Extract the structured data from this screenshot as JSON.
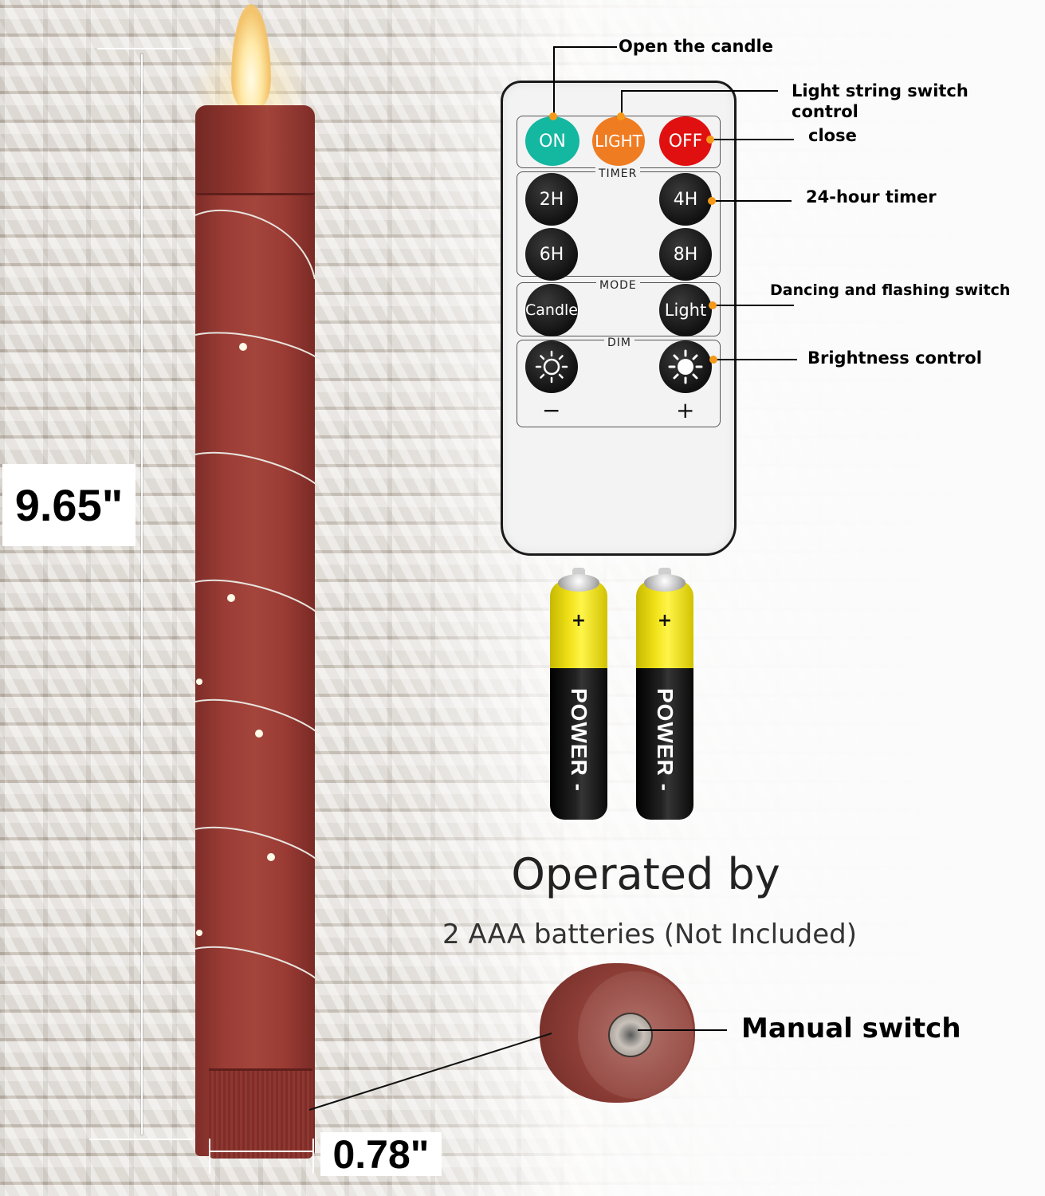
{
  "dimensions": {
    "height_label": "9.65\"",
    "width_label": "0.78\""
  },
  "remote": {
    "power_buttons": [
      {
        "label": "ON",
        "color": "#14b7a0"
      },
      {
        "label": "LIGHT",
        "color": "#f07c22"
      },
      {
        "label": "OFF",
        "color": "#e11010"
      }
    ],
    "timer_title": "TIMER",
    "timer_buttons": [
      "2H",
      "4H",
      "6H",
      "8H"
    ],
    "mode_title": "MODE",
    "mode_buttons": [
      "Candle",
      "Light"
    ],
    "dim_title": "DIM",
    "dim_minus": "−",
    "dim_plus": "+"
  },
  "callouts": {
    "open_candle": "Open the candle",
    "light_string_line1": "Light string switch",
    "light_string_line2": "control",
    "close": "close",
    "timer": "24-hour timer",
    "dancing": "Dancing and flashing switch",
    "brightness": "Brightness control"
  },
  "batteries": {
    "brand": "POWER",
    "plus": "+",
    "minus": "-"
  },
  "power_note": {
    "title": "Operated by",
    "subtitle": "2 AAA batteries (Not Included)"
  },
  "manual_switch": {
    "label": "Manual switch"
  },
  "colors": {
    "accent_dot": "#f59a18",
    "candle": "#9b3d36"
  }
}
